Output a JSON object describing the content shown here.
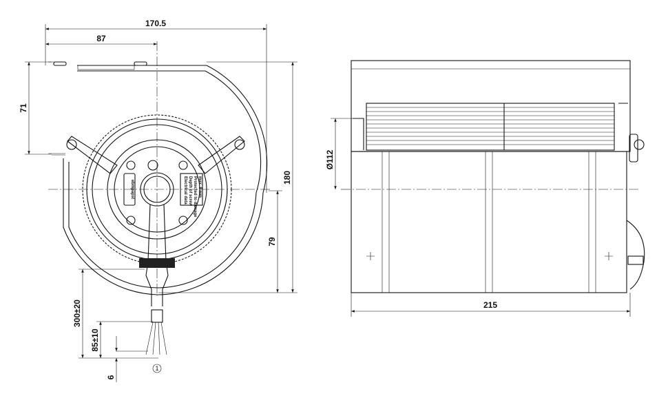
{
  "dimensions": {
    "width_total": "170.5",
    "center_offset_x": "87",
    "center_offset_y": "71",
    "height_total": "180",
    "center_to_bottom": "79",
    "cable_length": "300±20",
    "strip_length": "85±10",
    "wire_end": "6",
    "inlet_diameter": "Ø112",
    "depth_total": "215"
  },
  "callout": "1",
  "labels": {
    "brand": "ebmpapst",
    "warning": [
      "Electrical data",
      "Depth of screw",
      "Protected to damage",
      "max. 8 mm"
    ]
  }
}
